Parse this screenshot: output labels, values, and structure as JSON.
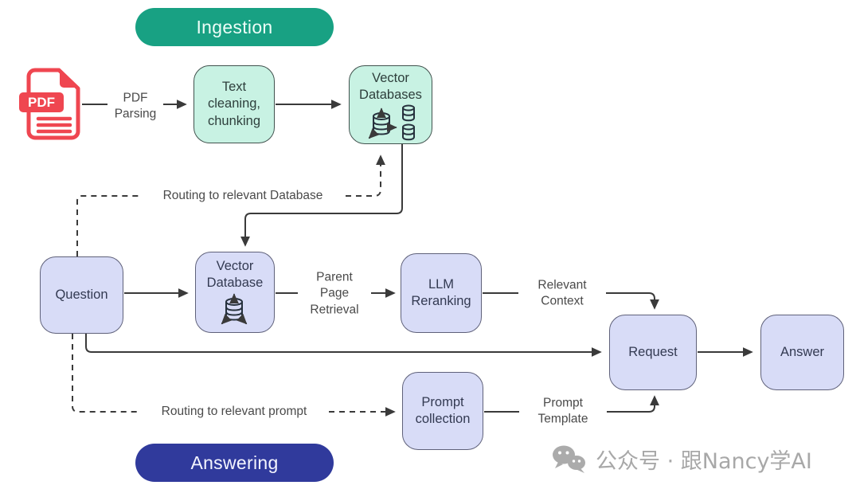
{
  "sections": {
    "ingestion": {
      "label": "Ingestion",
      "color": "#18a183"
    },
    "answering": {
      "label": "Answering",
      "color": "#303a9c"
    }
  },
  "nodes": {
    "pdf": {
      "label": "PDF"
    },
    "text_cleaning": {
      "label": "Text cleaning, chunking"
    },
    "vector_databases": {
      "label": "Vector Databases"
    },
    "question": {
      "label": "Question"
    },
    "vector_database": {
      "label": "Vector Database"
    },
    "llm_reranking": {
      "label": "LLM Reranking"
    },
    "request": {
      "label": "Request"
    },
    "answer": {
      "label": "Answer"
    },
    "prompt_collection": {
      "label": "Prompt collection"
    }
  },
  "edges": {
    "pdf_parsing": "PDF Parsing",
    "routing_database": "Routing to relevant Database",
    "parent_page_retrieval": "Parent Page Retrieval",
    "relevant_context": "Relevant Context",
    "routing_prompt": "Routing to relevant prompt",
    "prompt_template": "Prompt Template"
  },
  "watermark": {
    "text": "公众号 · 跟Nancy学AI",
    "icon": "wechat-icon"
  },
  "colors": {
    "ingestion_green": "#18a183",
    "answering_indigo": "#303a9c",
    "mint_fill": "#c8f2e3",
    "mint_border": "#41524e",
    "lavender_fill": "#d8dcf7",
    "lavender_border": "#5f617a",
    "line": "#3a3a3a",
    "pdf_red": "#ef4650",
    "watermark_gray": "#a8a8a8"
  }
}
